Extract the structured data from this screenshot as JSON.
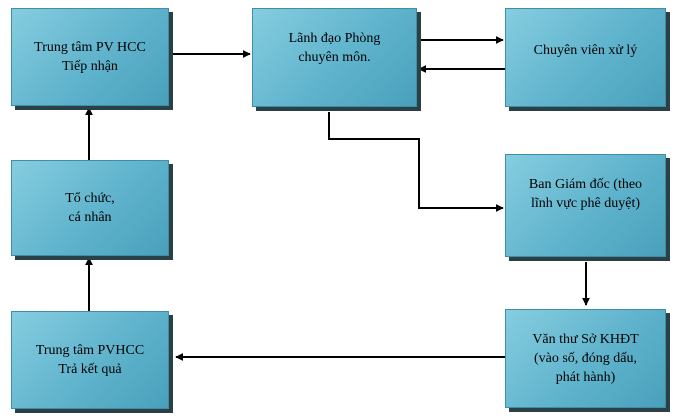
{
  "nodes": {
    "reception": {
      "lines": [
        "Trung tâm PV HCC",
        "Tiếp nhận"
      ]
    },
    "department_lead": {
      "lines": [
        "Lãnh đạo Phòng",
        "chuyên môn."
      ]
    },
    "specialist": {
      "lines": [
        "Chuyên viên xử lý"
      ]
    },
    "applicant": {
      "lines": [
        "Tổ chức,",
        "cá nhân"
      ]
    },
    "director_board": {
      "lines": [
        "Ban Giám đốc (theo",
        "lĩnh vực phê duyệt)"
      ]
    },
    "result_center": {
      "lines": [
        "Trung tâm PVHCC",
        "Trả kết quả"
      ]
    },
    "clerk": {
      "lines": [
        "Văn thư Sở KHĐT",
        "(vào số, đóng dấu,",
        "phát hành)"
      ]
    }
  },
  "edges": [
    {
      "from": "reception",
      "to": "department_lead"
    },
    {
      "from": "department_lead",
      "to": "specialist"
    },
    {
      "from": "specialist",
      "to": "department_lead"
    },
    {
      "from": "department_lead",
      "to": "director_board"
    },
    {
      "from": "director_board",
      "to": "clerk"
    },
    {
      "from": "clerk",
      "to": "result_center"
    },
    {
      "from": "result_center",
      "to": "applicant"
    },
    {
      "from": "applicant",
      "to": "reception"
    }
  ]
}
